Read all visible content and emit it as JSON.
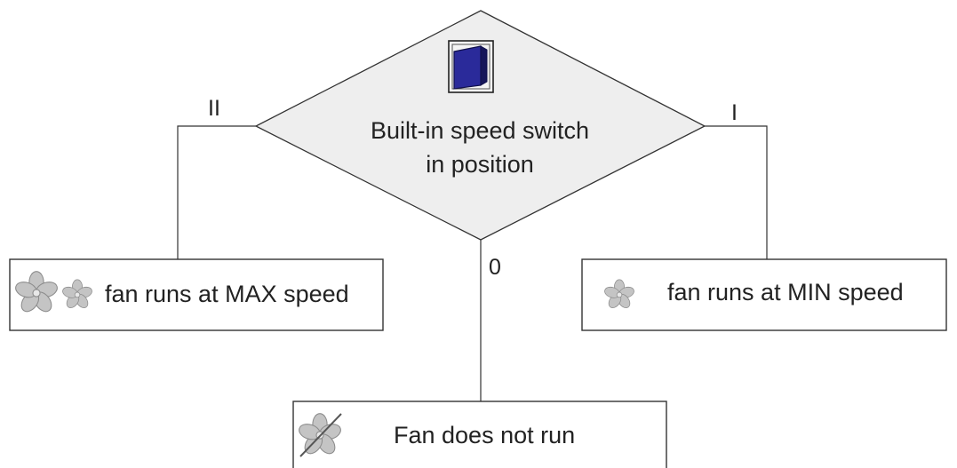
{
  "decision": {
    "line1": "Built-in speed switch",
    "line2": "in position"
  },
  "branches": {
    "left": "II",
    "right": "I",
    "bottom": "0"
  },
  "outcomes": {
    "max": "fan runs at MAX speed",
    "min": "fan runs at MIN speed",
    "off": "Fan does not run"
  },
  "icons": {
    "switch": "rocker-switch-icon",
    "fan": "fan-icon",
    "fan_off": "fan-off-icon"
  },
  "colors": {
    "line": "#333333",
    "diamond_fill": "#eeeeee",
    "switch_blue": "#2a2a9a",
    "fan_gray": "#b8b8b8"
  }
}
